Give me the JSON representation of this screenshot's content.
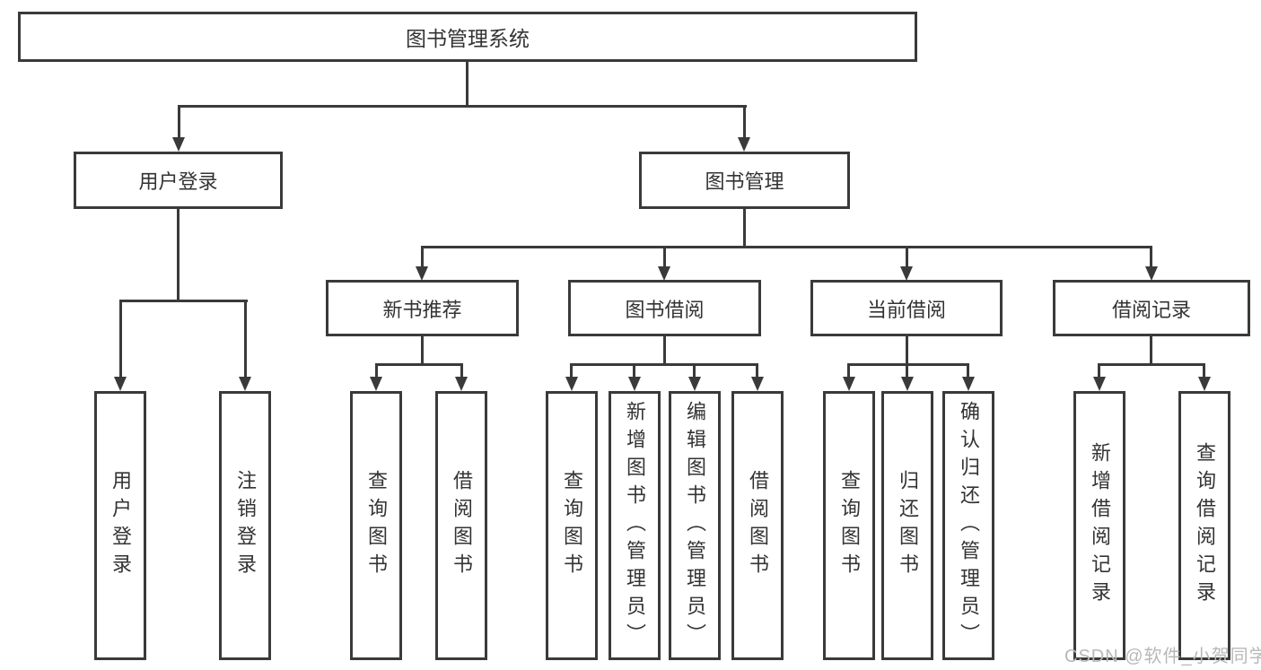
{
  "colors": {
    "line": "#3a3a3a",
    "text": "#333333",
    "background": "#ffffff",
    "watermark": "#b8b8b8"
  },
  "watermark": {
    "text": "CSDN @软件_小贺同学"
  },
  "tree": {
    "label": "图书管理系统",
    "children": [
      {
        "label": "用户登录",
        "children": [
          {
            "label": "用户登录"
          },
          {
            "label": "注销登录"
          }
        ]
      },
      {
        "label": "图书管理",
        "children": [
          {
            "label": "新书推荐",
            "children": [
              {
                "label": "查询图书"
              },
              {
                "label": "借阅图书"
              }
            ]
          },
          {
            "label": "图书借阅",
            "children": [
              {
                "label": "查询图书"
              },
              {
                "label": "新增图书（管理员）"
              },
              {
                "label": "编辑图书（管理员）"
              },
              {
                "label": "借阅图书"
              }
            ]
          },
          {
            "label": "当前借阅",
            "children": [
              {
                "label": "查询图书"
              },
              {
                "label": "归还图书"
              },
              {
                "label": "确认归还（管理员）"
              }
            ]
          },
          {
            "label": "借阅记录",
            "children": [
              {
                "label": "新增借阅记录"
              },
              {
                "label": "查询借阅记录"
              }
            ]
          }
        ]
      }
    ]
  }
}
